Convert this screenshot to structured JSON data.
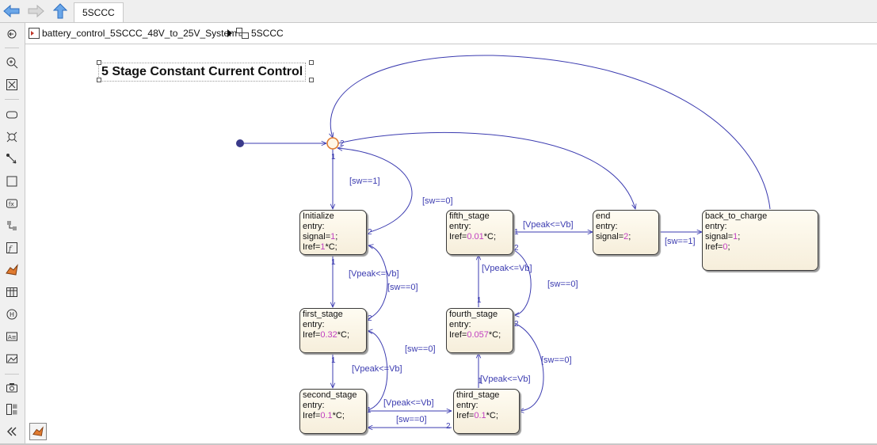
{
  "toolbar": {
    "back_icon": "back-arrow-icon",
    "forward_icon": "forward-arrow-icon",
    "up_icon": "up-arrow-icon",
    "tab_label": "5SCCC"
  },
  "breadcrumb": {
    "model": "battery_control_5SCCC_48V_to_25V_System",
    "chart": "5SCCC"
  },
  "canvas": {
    "title": "5 Stage Constant Current Control"
  },
  "states": {
    "initialize": {
      "name": "Initialize",
      "entry": "entry:",
      "l1a": "signal=",
      "l1b": "1",
      "l1c": ";",
      "l2a": "Iref=",
      "l2b": "1",
      "l2c": "*C;"
    },
    "first": {
      "name": "first_stage",
      "entry": "entry:",
      "l1a": "Iref=",
      "l1b": "0.32",
      "l1c": "*C;"
    },
    "second": {
      "name": "second_stage",
      "entry": "entry:",
      "l1a": "Iref=",
      "l1b": "0.1",
      "l1c": "*C;"
    },
    "third": {
      "name": "third_stage",
      "entry": "entry:",
      "l1a": "Iref=",
      "l1b": "0.1",
      "l1c": "*C;"
    },
    "fourth": {
      "name": "fourth_stage",
      "entry": "entry:",
      "l1a": "Iref=",
      "l1b": "0.057",
      "l1c": "*C;"
    },
    "fifth": {
      "name": "fifth_stage",
      "entry": "entry:",
      "l1a": "Iref=",
      "l1b": "0.01",
      "l1c": "*C;"
    },
    "end": {
      "name": "end",
      "entry": "entry:",
      "l1a": "signal=",
      "l1b": "2",
      "l1c": ";"
    },
    "back": {
      "name": "back_to_charge",
      "entry": "entry:",
      "l1a": "signal=",
      "l1b": "1",
      "l1c": ";",
      "l2a": "Iref=",
      "l2b": "0",
      "l2c": ";"
    }
  },
  "transitions": {
    "sw1_a": "[sw==1]",
    "sw0_a": "[sw==0]",
    "vpeak_a": "[Vpeak<=Vb]",
    "sw0_b": "[sw==0]",
    "vpeak_b": "[Vpeak<=Vb]",
    "sw0_c": "[sw==0]",
    "vpeak_c": "[Vpeak<=Vb]",
    "sw0_d": "[sw==0]",
    "vpeak_d": "[Vpeak<=Vb]",
    "sw0_e": "[sw==0]",
    "vpeak_e": "[Vpeak<=Vb]",
    "sw0_f": "[sw==0]",
    "vpeak_f": "[Vpeak<=Vb]",
    "sw1_b": "[sw==1]"
  },
  "priorities": {
    "junction_1": "1",
    "junction_2": "2",
    "init_1": "1",
    "init_2": "2",
    "first_1": "1",
    "first_2": "2",
    "second_1": "1",
    "third_2": "2",
    "third_1": "1",
    "fourth_1": "1",
    "fourth_2": "2",
    "fifth_1": "1",
    "fifth_2": "2"
  },
  "colors": {
    "transition": "#3b3bb0",
    "numeric": "#c03ec0",
    "state_fill": "#fbf5e6"
  }
}
